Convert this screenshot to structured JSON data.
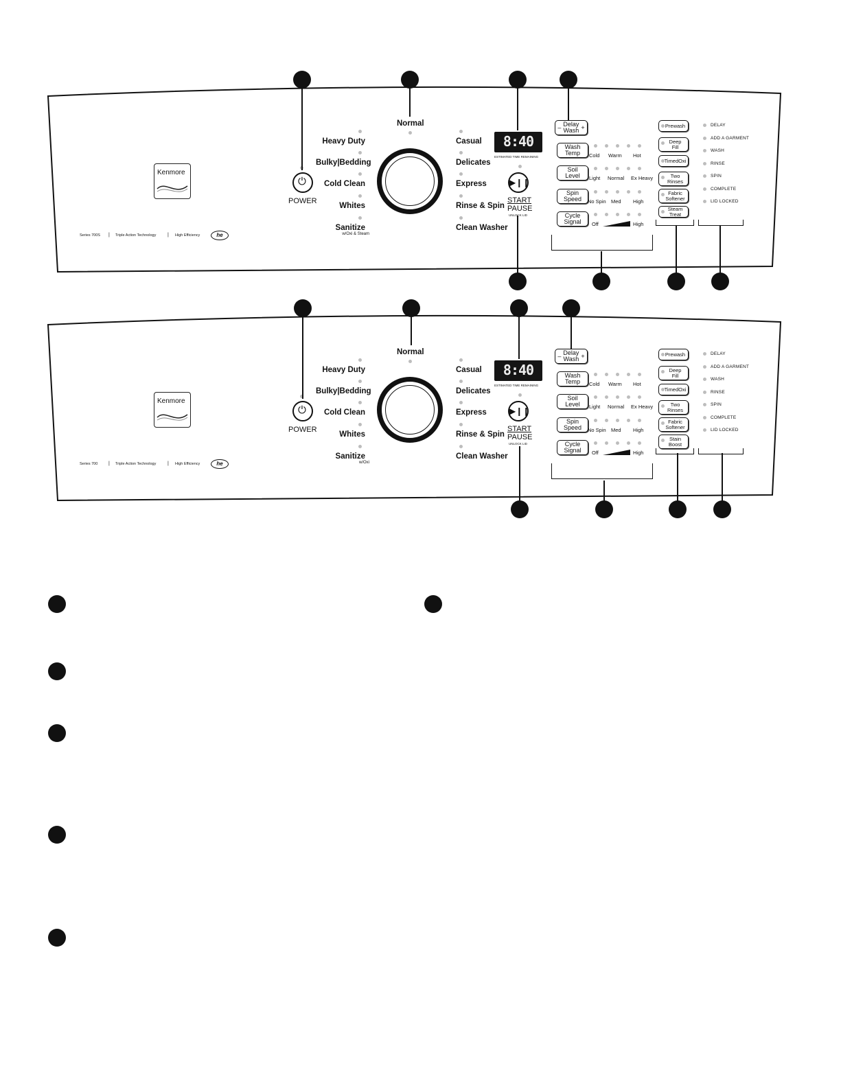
{
  "panel_top": {
    "cycles_left": [
      "Heavy Duty",
      "Bulky|Bedding",
      "Cold Clean",
      "Whites",
      "Sanitize"
    ],
    "sanitize_sub": "w/Oxi & Steam",
    "cycle_top": "Normal",
    "cycles_right": [
      "Casual",
      "Delicates",
      "Express",
      "Rinse & Spin",
      "Clean Washer"
    ],
    "power_label": "POWER",
    "display_value": "8:40",
    "display_caption": "ESTIMATED TIME REMAINING",
    "start_label": "START",
    "pause_label": "PAUSE",
    "unlock_label": "UNLOCK LID",
    "delay_minus": "–",
    "delay_label_1": "Delay",
    "delay_label_2": "Wash",
    "delay_plus": "+",
    "wash_temp": [
      "Wash",
      "Temp"
    ],
    "wash_temp_opts": [
      "Cold",
      "Warm",
      "Hot"
    ],
    "soil_level": [
      "Soil",
      "Level"
    ],
    "soil_level_opts": [
      "Light",
      "Normal",
      "Ex Heavy"
    ],
    "spin_speed": [
      "Spin",
      "Speed"
    ],
    "spin_speed_opts": [
      "No Spin",
      "Med",
      "High"
    ],
    "cycle_signal": [
      "Cycle",
      "Signal"
    ],
    "cycle_signal_opts": [
      "Off",
      "High"
    ],
    "options": [
      [
        "Prewash"
      ],
      [
        "Deep",
        "Fill"
      ],
      [
        "TimedOxi"
      ],
      [
        "Two",
        "Rinses"
      ],
      [
        "Fabric",
        "Softener"
      ],
      [
        "Steam Treat"
      ]
    ],
    "status": [
      "DELAY",
      "ADD A GARMENT",
      "WASH",
      "RINSE",
      "SPIN",
      "COMPLETE",
      "LID LOCKED"
    ],
    "brand": "Kenmore",
    "series_1": "Series 700S",
    "series_sep": "|",
    "series_2": "Triple Action Technology",
    "series_3": "High Efficiency",
    "he": "he"
  },
  "panel_bottom": {
    "cycles_left": [
      "Heavy Duty",
      "Bulky|Bedding",
      "Cold Clean",
      "Whites",
      "Sanitize"
    ],
    "sanitize_sub": "w/Oxi",
    "cycle_top": "Normal",
    "cycles_right": [
      "Casual",
      "Delicates",
      "Express",
      "Rinse & Spin",
      "Clean Washer"
    ],
    "power_label": "POWER",
    "display_value": "8:40",
    "display_caption": "ESTIMATED TIME REMAINING",
    "start_label": "START",
    "pause_label": "PAUSE",
    "unlock_label": "UNLOCK LID",
    "delay_minus": "–",
    "delay_label_1": "Delay",
    "delay_label_2": "Wash",
    "delay_plus": "+",
    "wash_temp": [
      "Wash",
      "Temp"
    ],
    "wash_temp_opts": [
      "Cold",
      "Warm",
      "Hot"
    ],
    "soil_level": [
      "Soil",
      "Level"
    ],
    "soil_level_opts": [
      "Light",
      "Normal",
      "Ex Heavy"
    ],
    "spin_speed": [
      "Spin",
      "Speed"
    ],
    "spin_speed_opts": [
      "No Spin",
      "Med",
      "High"
    ],
    "cycle_signal": [
      "Cycle",
      "Signal"
    ],
    "cycle_signal_opts": [
      "Off",
      "High"
    ],
    "options": [
      [
        "Prewash"
      ],
      [
        "Deep",
        "Fill"
      ],
      [
        "TimedOxi"
      ],
      [
        "Two",
        "Rinses"
      ],
      [
        "Fabric",
        "Softener"
      ],
      [
        "Stain",
        "Boost"
      ]
    ],
    "status": [
      "DELAY",
      "ADD A GARMENT",
      "WASH",
      "RINSE",
      "SPIN",
      "COMPLETE",
      "LID LOCKED"
    ],
    "brand": "Kenmore",
    "series_1": "Series 700",
    "series_sep": "|",
    "series_2": "Triple Action Technology",
    "series_3": "High Efficiency",
    "he": "he"
  },
  "colors": {
    "ink": "#111111",
    "indicator": "#bdbdbd",
    "display_bg": "#151515"
  }
}
